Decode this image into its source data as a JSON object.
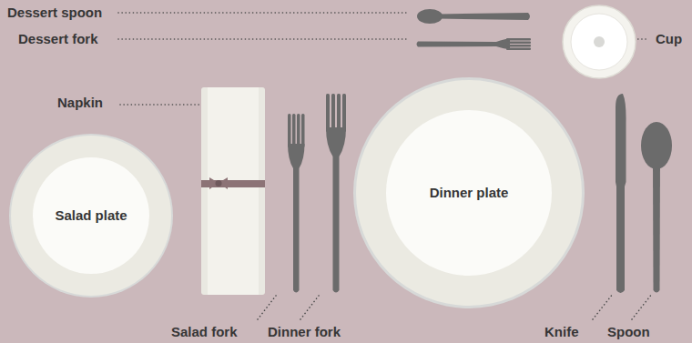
{
  "diagram": {
    "nodes": [
      {
        "text": [
          "Salad plate"
        ]
      },
      {
        "text": [
          "Dinner plate"
        ]
      }
    ],
    "labels": [
      "Dessert spoon",
      "Dessert fork",
      "Cup",
      "Napkin",
      "Salad fork",
      "Dinner fork",
      "Knife",
      "Spoon"
    ]
  }
}
